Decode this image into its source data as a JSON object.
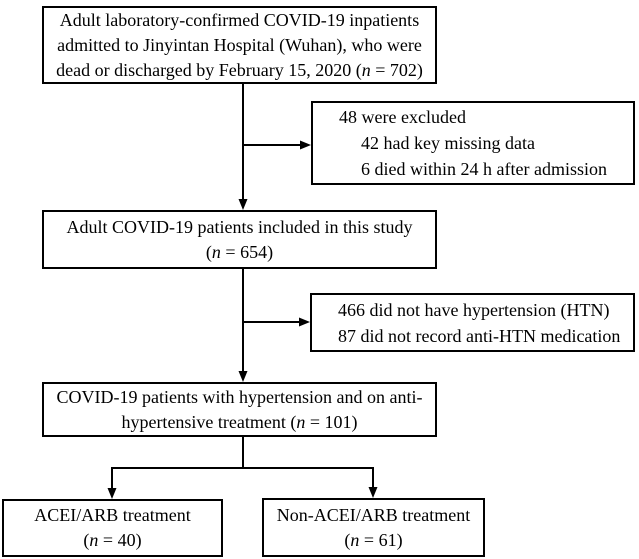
{
  "diagram": {
    "type": "flowchart",
    "background_color": "#ffffff",
    "line_color": "#000000",
    "border_color": "#000000",
    "boxes": {
      "top": {
        "role": "enrollment",
        "lines": [
          [
            {
              "t": "Adult laboratory-confirmed COVID-19 inpatients"
            }
          ],
          [
            {
              "t": "admitted to Jinyintan Hospital (Wuhan), who were"
            }
          ],
          [
            {
              "t": "dead or discharged by February 15, 2020 ("
            },
            {
              "t": "n",
              "i": true
            },
            {
              "t": " = 702)"
            }
          ]
        ]
      },
      "excluded1": {
        "role": "exclusion",
        "lines": [
          [
            {
              "t": "48 were excluded"
            }
          ],
          [
            {
              "t": "42 had key missing data"
            }
          ],
          [
            {
              "t": "6 died within 24 h after admission"
            }
          ]
        ]
      },
      "included": {
        "role": "included-population",
        "lines": [
          [
            {
              "t": "Adult COVID-19 patients included in this study"
            }
          ],
          [
            {
              "t": "("
            },
            {
              "t": "n",
              "i": true
            },
            {
              "t": " = 654)"
            }
          ]
        ]
      },
      "excluded2": {
        "role": "exclusion",
        "lines": [
          [
            {
              "t": "466 did not have hypertension (HTN)"
            }
          ],
          [
            {
              "t": "87 did not record anti-HTN medication"
            }
          ]
        ]
      },
      "hypertension": {
        "role": "analysis-population",
        "lines": [
          [
            {
              "t": "COVID-19 patients with hypertension and on anti-"
            }
          ],
          [
            {
              "t": "hypertensive treatment ("
            },
            {
              "t": "n",
              "i": true
            },
            {
              "t": " = 101)"
            }
          ]
        ]
      },
      "acei_arb": {
        "role": "treatment-group",
        "lines": [
          [
            {
              "t": "ACEI/ARB treatment"
            }
          ],
          [
            {
              "t": "("
            },
            {
              "t": "n",
              "i": true
            },
            {
              "t": " = 40)"
            }
          ]
        ]
      },
      "non_acei_arb": {
        "role": "treatment-group",
        "lines": [
          [
            {
              "t": "Non-ACEI/ARB treatment"
            }
          ],
          [
            {
              "t": "("
            },
            {
              "t": "n",
              "i": true
            },
            {
              "t": " = 61)"
            }
          ]
        ]
      }
    }
  }
}
